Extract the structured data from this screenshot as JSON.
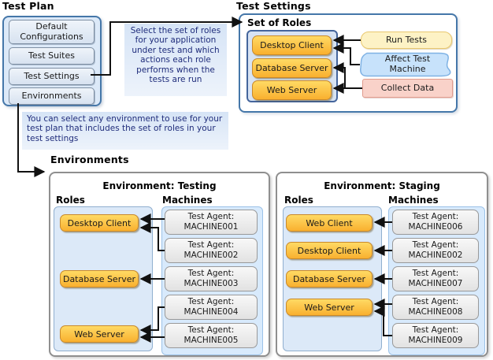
{
  "colors": {
    "blue_border": "#4577A9",
    "light_blue_fill": "#DCE9F8",
    "role_orange_fill": "#FBB42F",
    "role_orange_border": "#C9892B",
    "note_text": "#1F2C7B",
    "run_tests_fill": "#FDF2C5",
    "affect_machine_fill": "#C7E2FB",
    "collect_data_fill": "#F9D2C9",
    "machine_box_fill": "#EFEFEF",
    "arrow_color": "#111111"
  },
  "test_plan": {
    "title": "Test Plan",
    "items": [
      "Default Configurations",
      "Test Suites",
      "Test Settings",
      "Environments"
    ]
  },
  "notes": {
    "roles_note": "Select the set of roles for your application under test and which actions each role performs when the tests are run",
    "environment_note": "You can select any environment to use for your test plan that includes the set of roles in your test settings"
  },
  "test_settings": {
    "title": "Test Settings",
    "set_of_roles_label": "Set of Roles",
    "roles": [
      "Desktop Client",
      "Database Server",
      "Web Server"
    ],
    "actions": [
      {
        "label": "Run Tests",
        "targets": [
          "Desktop Client"
        ]
      },
      {
        "label": "Affect Test Machine",
        "targets": [
          "Desktop Client"
        ]
      },
      {
        "label": "Collect Data",
        "targets": [
          "Database Server",
          "Web Server"
        ]
      }
    ]
  },
  "environments": {
    "section_title": "Environments",
    "panels": [
      {
        "title": "Environment: Testing",
        "roles_label": "Roles",
        "machines_label": "Machines",
        "roles": [
          "Desktop Client",
          "Database Server",
          "Web Server"
        ],
        "machines": [
          {
            "prefix": "Test Agent:",
            "name": "MACHINE001",
            "role": "Desktop Client"
          },
          {
            "prefix": "Test Agent:",
            "name": "MACHINE002",
            "role": "Desktop Client"
          },
          {
            "prefix": "Test Agent:",
            "name": "MACHINE003",
            "role": "Database Server"
          },
          {
            "prefix": "Test Agent:",
            "name": "MACHINE004",
            "role": "Web Server"
          },
          {
            "prefix": "Test Agent:",
            "name": "MACHINE005",
            "role": "Web Server"
          }
        ]
      },
      {
        "title": "Environment: Staging",
        "roles_label": "Roles",
        "machines_label": "Machines",
        "roles": [
          "Web Client",
          "Desktop Client",
          "Database Server",
          "Web Server"
        ],
        "machines": [
          {
            "prefix": "Test Agent:",
            "name": "MACHINE006",
            "role": "Web Client"
          },
          {
            "prefix": "Test Agent:",
            "name": "MACHINE002",
            "role": "Desktop Client"
          },
          {
            "prefix": "Test Agent:",
            "name": "MACHINE007",
            "role": "Database Server"
          },
          {
            "prefix": "Test Agent:",
            "name": "MACHINE008",
            "role": "Web Server"
          },
          {
            "prefix": "Test Agent:",
            "name": "MACHINE009",
            "role": "Web Server"
          }
        ]
      }
    ]
  }
}
